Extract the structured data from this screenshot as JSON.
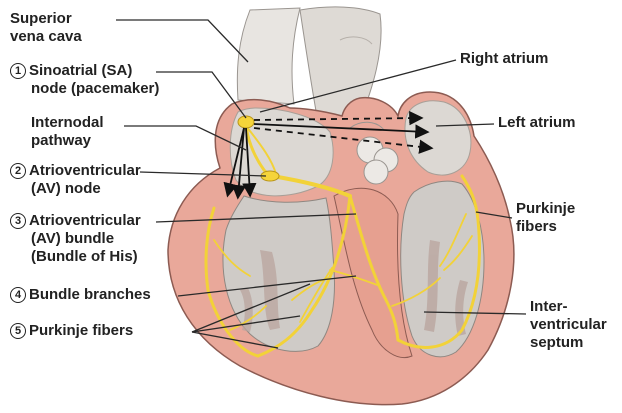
{
  "labels": {
    "superior_vena_cava": [
      "Superior",
      "vena cava"
    ],
    "sa_node": {
      "number": "1",
      "lines": [
        "Sinoatrial (SA)",
        "node (pacemaker)"
      ]
    },
    "internodal_pathway": [
      "Internodal",
      "pathway"
    ],
    "av_node": {
      "number": "2",
      "lines": [
        "Atrioventricular",
        "(AV) node"
      ]
    },
    "av_bundle": {
      "number": "3",
      "lines": [
        "Atrioventricular",
        "(AV) bundle",
        "(Bundle of His)"
      ]
    },
    "bundle_branches": {
      "number": "4",
      "lines": [
        "Bundle branches"
      ]
    },
    "purkinje_fibers_left": {
      "number": "5",
      "lines": [
        "Purkinje fibers"
      ]
    },
    "right_atrium": [
      "Right atrium"
    ],
    "left_atrium": [
      "Left atrium"
    ],
    "purkinje_fibers_right": [
      "Purkinje",
      "fibers"
    ],
    "interventricular_septum": [
      "Inter-",
      "ventricular",
      "septum"
    ]
  },
  "colors": {
    "myocardium": "#e9a89a",
    "chamber_interior": "#d9d6d2",
    "conduction_path": "#f2d238",
    "vessel": "#e6e3df"
  }
}
